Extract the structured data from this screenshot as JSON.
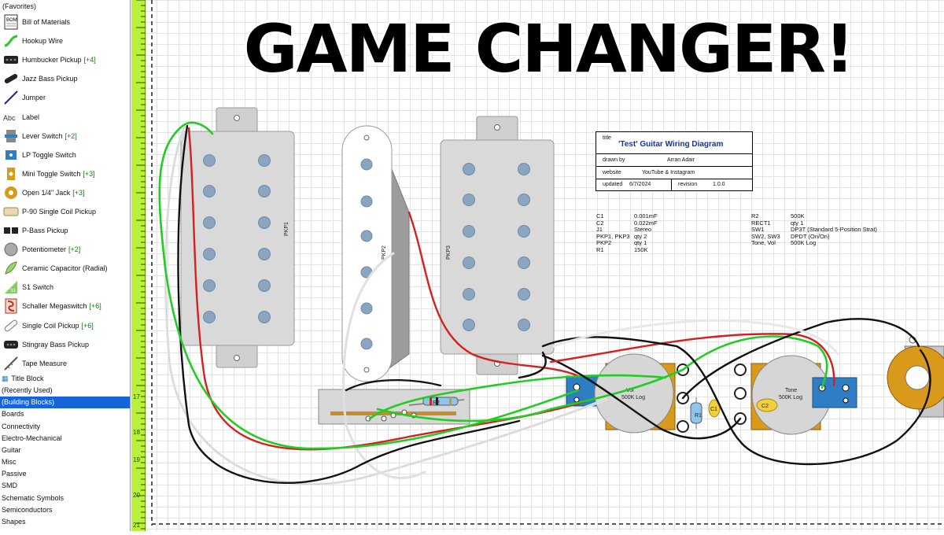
{
  "headline": "GAME CHANGER!",
  "sidebar": {
    "favorites_label": "(Favorites)",
    "components": [
      {
        "label": "Bill of Materials",
        "tag": "",
        "icon": "bom-icon"
      },
      {
        "label": "Hookup Wire",
        "tag": "",
        "icon": "wire-icon"
      },
      {
        "label": "Humbucker Pickup",
        "tag": "[+4]",
        "icon": "humbucker-icon"
      },
      {
        "label": "Jazz Bass Pickup",
        "tag": "",
        "icon": "jazz-bass-icon"
      },
      {
        "label": "Jumper",
        "tag": "",
        "icon": "jumper-icon"
      },
      {
        "label": "Label",
        "tag": "",
        "icon": "label-icon",
        "icon_text": "Abc"
      },
      {
        "label": "Lever Switch",
        "tag": "[+2]",
        "icon": "lever-switch-icon"
      },
      {
        "label": "LP Toggle Switch",
        "tag": "",
        "icon": "lp-toggle-icon"
      },
      {
        "label": "Mini Toggle Switch",
        "tag": "[+3]",
        "icon": "mini-toggle-icon"
      },
      {
        "label": "Open 1/4\" Jack",
        "tag": "[+3]",
        "icon": "jack-icon"
      },
      {
        "label": "P-90 Single Coil Pickup",
        "tag": "",
        "icon": "p90-icon"
      },
      {
        "label": "P-Bass Pickup",
        "tag": "",
        "icon": "pbass-icon"
      },
      {
        "label": "Potentiometer",
        "tag": "[+2]",
        "icon": "potentiometer-icon"
      },
      {
        "label": "Ceramic Capacitor (Radial)",
        "tag": "",
        "icon": "capacitor-icon"
      },
      {
        "label": "S1 Switch",
        "tag": "",
        "icon": "s1-switch-icon",
        "icon_text": "S1"
      },
      {
        "label": "Schaller Megaswitch",
        "tag": "[+6]",
        "icon": "megaswitch-icon"
      },
      {
        "label": "Single Coil Pickup",
        "tag": "[+6]",
        "icon": "single-coil-icon"
      },
      {
        "label": "Stingray Bass Pickup",
        "tag": "",
        "icon": "stingray-icon"
      },
      {
        "label": "Tape Measure",
        "tag": "",
        "icon": "tape-measure-icon"
      }
    ],
    "categories": [
      {
        "label": "Title Block",
        "selected": false
      },
      {
        "label": "(Recently Used)",
        "selected": false
      },
      {
        "label": "(Building Blocks)",
        "selected": true
      },
      {
        "label": "Boards",
        "selected": false
      },
      {
        "label": "Connectivity",
        "selected": false
      },
      {
        "label": "Electro-Mechanical",
        "selected": false
      },
      {
        "label": "Guitar",
        "selected": false
      },
      {
        "label": "Misc",
        "selected": false
      },
      {
        "label": "Passive",
        "selected": false
      },
      {
        "label": "SMD",
        "selected": false
      },
      {
        "label": "Schematic Symbols",
        "selected": false
      },
      {
        "label": "Semiconductors",
        "selected": false
      },
      {
        "label": "Shapes",
        "selected": false
      }
    ]
  },
  "ruler": {
    "marks": [
      "17",
      "18",
      "19",
      "20",
      "21"
    ]
  },
  "title_block": {
    "title_label": "title",
    "title": "'Test' Guitar Wiring Diagram",
    "drawn_by_label": "drawn by",
    "drawn_by": "Arran Adair",
    "website_label": "website",
    "website": "YouTube & Instagram",
    "updated_label": "updated",
    "updated": "6/7/2024",
    "revision_label": "revision",
    "revision": "1.0.0"
  },
  "bom": {
    "left": [
      [
        "C1",
        "0.001mF"
      ],
      [
        "C2",
        "0.022mF"
      ],
      [
        "J1",
        "Stereo"
      ],
      [
        "PKP1, PKP3",
        "qty 2"
      ],
      [
        "PKP2",
        "qty 1"
      ],
      [
        "R1",
        "150K"
      ]
    ],
    "right": [
      [
        "R2",
        "500K"
      ],
      [
        "RECT1",
        "qty 1"
      ],
      [
        "SW1",
        "DP3T (Standard 5-Position Strat)"
      ],
      [
        "SW2, SW3",
        "DPDT (On/On)"
      ],
      [
        "Tone, Vol",
        "500K Log"
      ]
    ]
  },
  "parts": {
    "pkp1": "PKP1",
    "pkp2": "PKP2",
    "pkp3": "PKP3",
    "vol": "Vol",
    "vol_value": "500K Log",
    "tone": "Tone",
    "tone_value": "500K Log",
    "r1": "R1",
    "r2": "R2",
    "c1": "C1",
    "c2": "C2"
  },
  "colors": {
    "pickup_fill": "#d9d9d9",
    "pole": "#8aa5bf",
    "wire_green": "#22cc22",
    "wire_red": "#d42020",
    "wire_black": "#111111",
    "wire_white": "#e8e8e8",
    "switch_blue": "#2f7dc4",
    "jack_orange": "#d99a1c",
    "selected_category": "#1565d8",
    "ruler_green": "#b8f03c"
  }
}
